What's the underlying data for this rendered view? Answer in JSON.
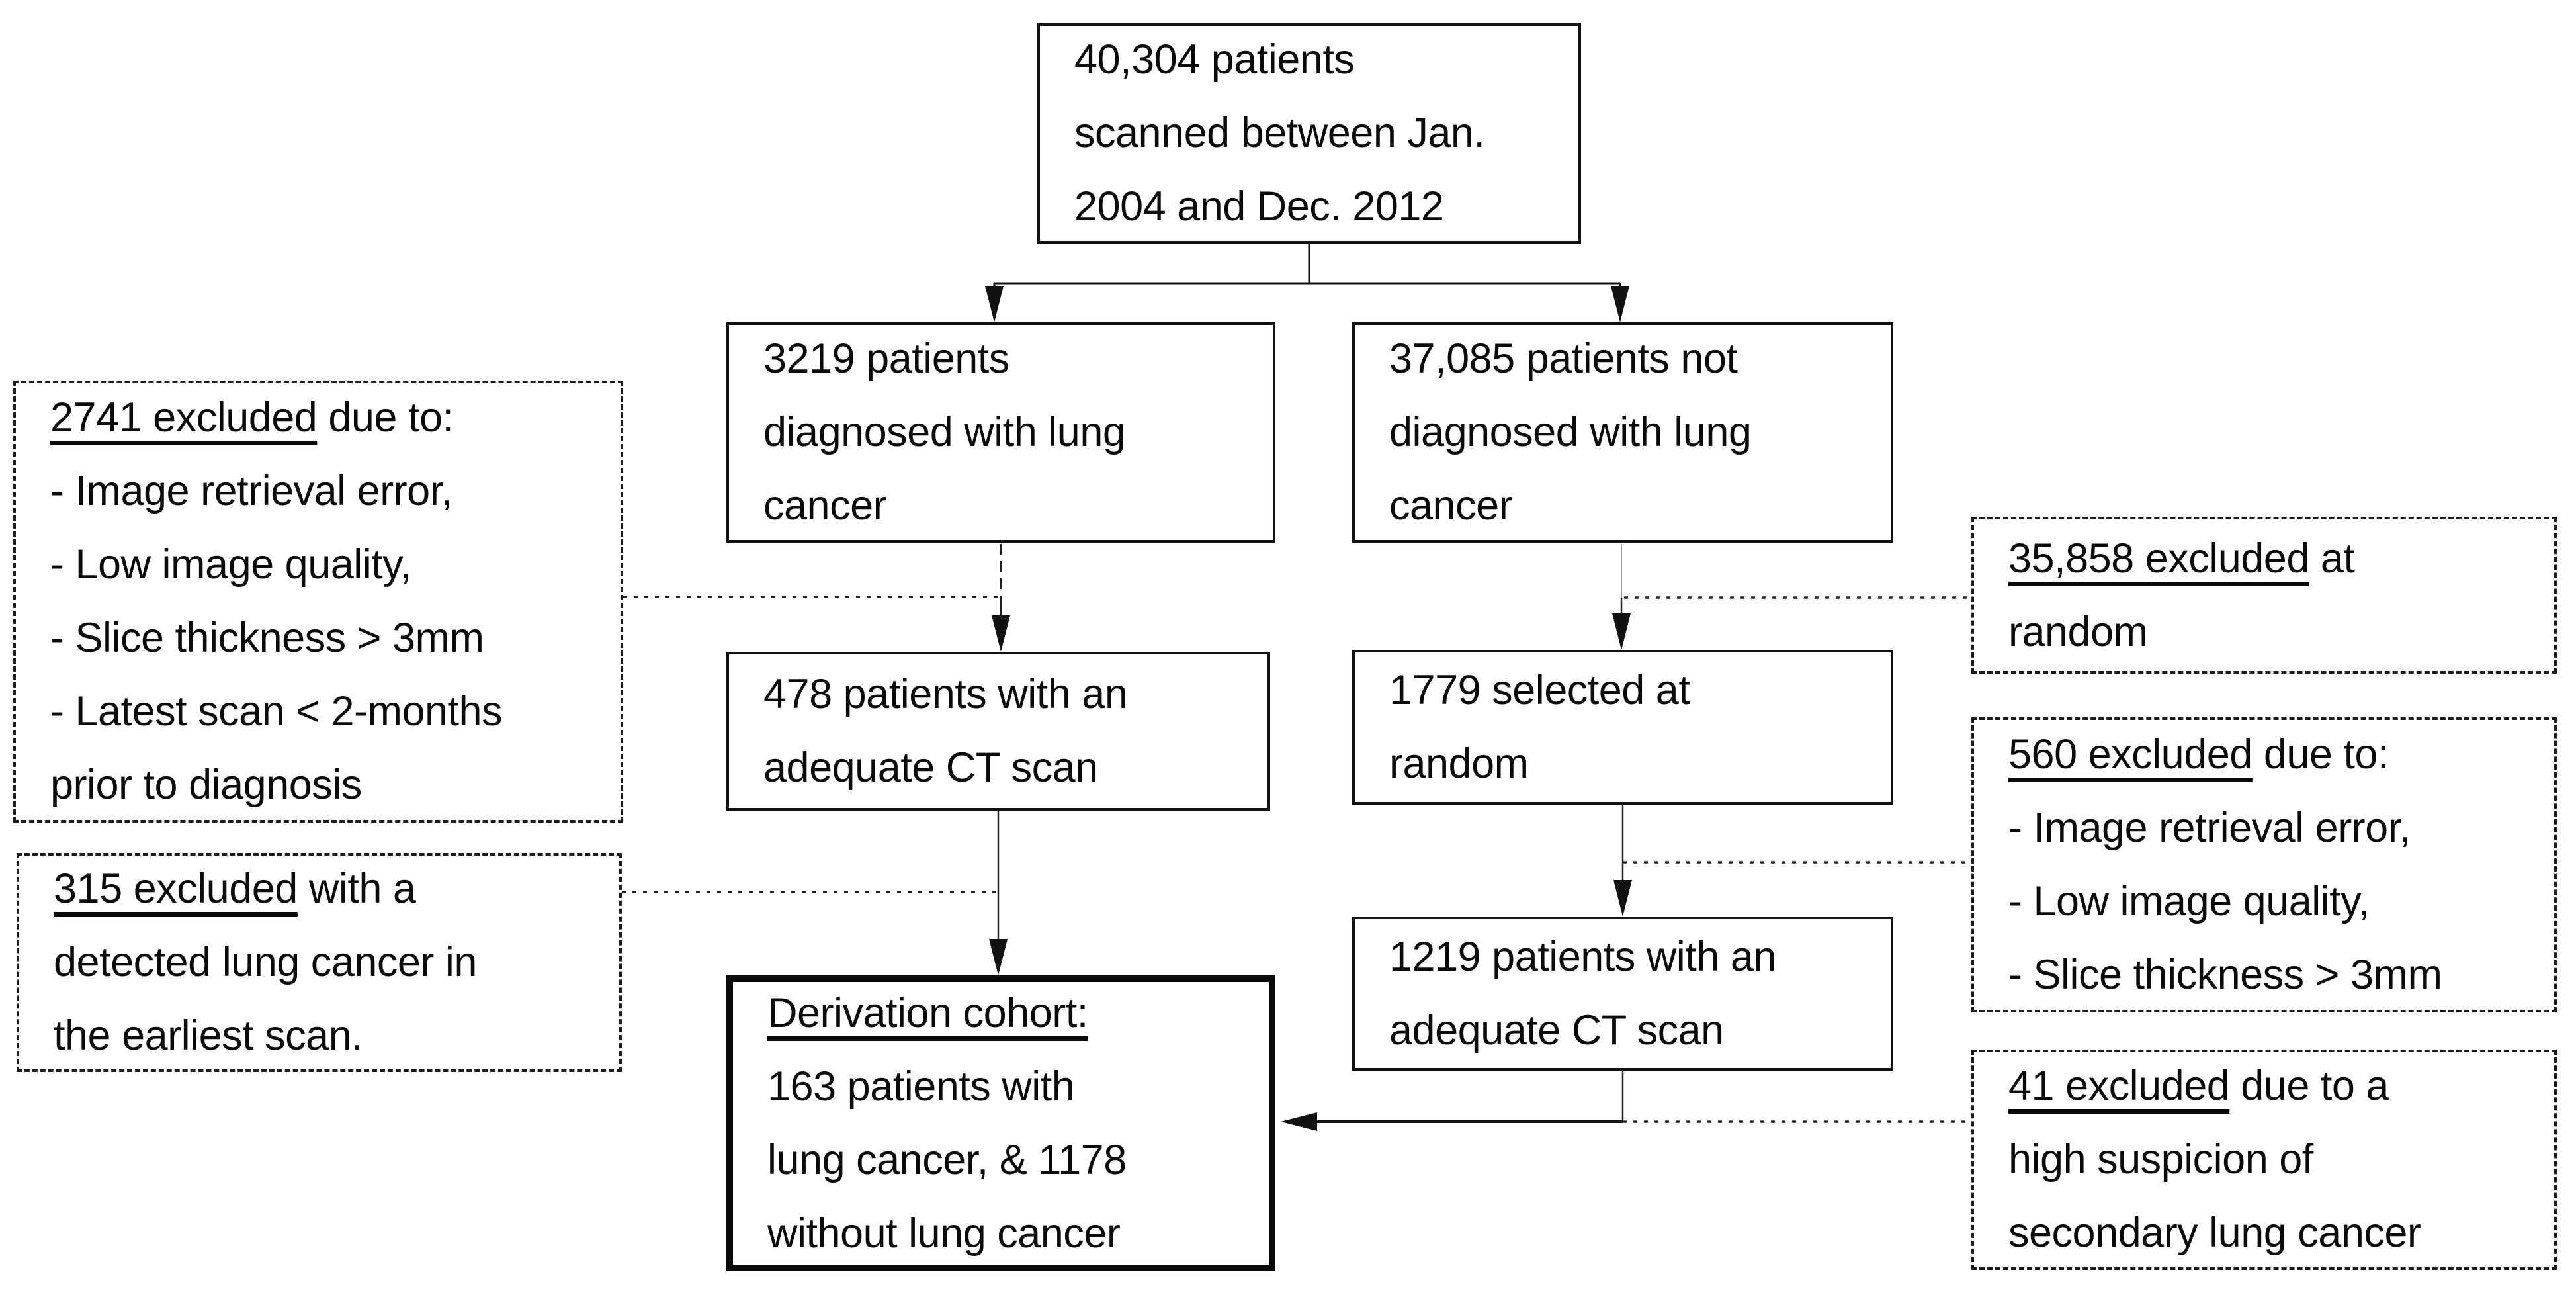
{
  "colors": {
    "ink": "#0a0a0a",
    "background": "#ffffff"
  },
  "boxes": {
    "scanned_total": {
      "lines": [
        "40,304 patients",
        "scanned between Jan.",
        "2004 and Dec. 2012"
      ]
    },
    "lung_cancer": {
      "lines": [
        "3219 patients",
        "diagnosed with lung",
        "cancer"
      ]
    },
    "no_lung_cancer": {
      "lines": [
        "37,085 patients not",
        "diagnosed with lung",
        "cancer"
      ]
    },
    "adequate_478": {
      "lines": [
        "478 patients with an",
        "adequate CT scan"
      ]
    },
    "random_1779": {
      "lines": [
        "1779 selected at",
        "random"
      ]
    },
    "adequate_1219": {
      "lines": [
        "1219 patients with an",
        "adequate CT scan"
      ]
    },
    "derivation": {
      "heading": "Derivation cohort:",
      "lines": [
        "163 patients with",
        "lung cancer, & 1178",
        "without lung cancer"
      ]
    },
    "excluded_2741": {
      "lead": "2741 excluded",
      "lead_rest": " due to:",
      "lines": [
        "- Image retrieval error,",
        "- Low image quality,",
        "- Slice thickness > 3mm",
        "- Latest scan < 2-months",
        "prior to diagnosis"
      ]
    },
    "excluded_35858": {
      "lead": "35,858 excluded",
      "lead_rest": " at",
      "lines": [
        "random"
      ]
    },
    "excluded_560": {
      "lead": "560 excluded",
      "lead_rest": " due to:",
      "lines": [
        "- Image retrieval error,",
        "- Low image quality,",
        "- Slice thickness > 3mm"
      ]
    },
    "excluded_315": {
      "lead": "315 excluded",
      "lead_rest": " with a",
      "lines": [
        "detected lung cancer in",
        "the earliest scan."
      ]
    },
    "excluded_41": {
      "lead": "41 excluded",
      "lead_rest": " due to a",
      "lines": [
        "high suspicion of",
        "secondary lung cancer"
      ]
    }
  }
}
